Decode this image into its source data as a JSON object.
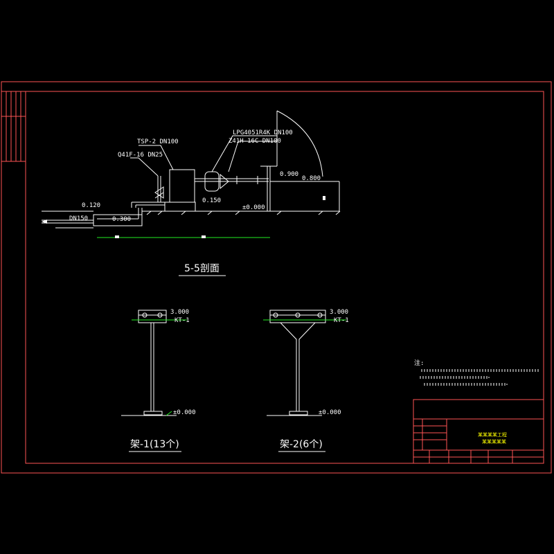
{
  "section": {
    "title": "5-5剖面",
    "labels": {
      "tsp": "TSP-2 DN100",
      "lpg": "LPG4051R4K DN100",
      "z41h": "Z41H-16C DN100",
      "q41f": "Q41F-16 DN25",
      "dn150": "DN150",
      "el_0120": "0.120",
      "el_0300": "0.300",
      "el_0150": "0.150",
      "el_pm0000": "±0.000",
      "el_0900": "0.900",
      "el_0800": "0.800"
    }
  },
  "frames": [
    {
      "caption": "架-1(13个)",
      "elev_top": "3.000",
      "tag": "KT-1",
      "elev_base": "±0.000"
    },
    {
      "caption": "架-2(6个)",
      "elev_top": "3.000",
      "tag": "KT-1",
      "elev_base": "±0.000"
    }
  ],
  "notes": {
    "heading": "注:"
  },
  "titleblock": {
    "project_line1": "某某某某工程",
    "project_line2": "某某某某某"
  },
  "colors": {
    "frame": "#ff5555",
    "lines": "#ffffff",
    "dims": "#22ee22",
    "highlight": "#ffff00"
  }
}
